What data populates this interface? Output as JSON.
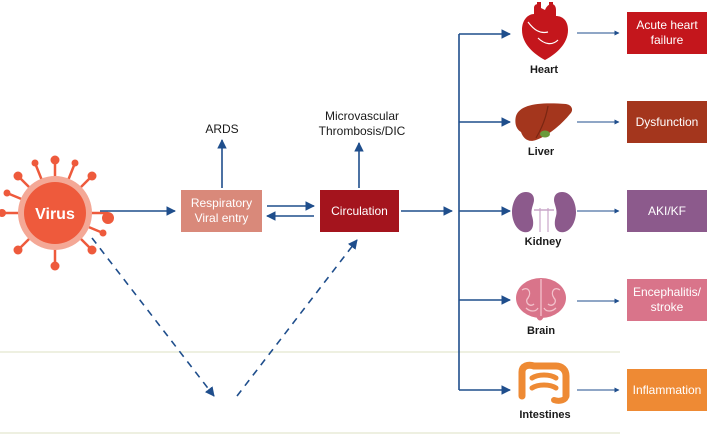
{
  "virus": {
    "label": "Virus",
    "color": "#ee5a3c"
  },
  "respiratory": {
    "line1": "Respiratory",
    "line2": "Viral entry",
    "color": "#d9897a"
  },
  "circulation": {
    "label": "Circulation",
    "color": "#a4141d"
  },
  "ards": "ARDS",
  "microvascular": {
    "line1": "Microvascular",
    "line2": "Thrombosis/DIC"
  },
  "organs": [
    {
      "name": "Heart",
      "outcome": [
        "Acute heart",
        "failure"
      ],
      "color": "#c4161c",
      "icon": "heart-icon"
    },
    {
      "name": "Liver",
      "outcome": [
        "Dysfunction"
      ],
      "color": "#a4361d",
      "icon": "liver-icon"
    },
    {
      "name": "Kidney",
      "outcome": [
        "AKI/KF"
      ],
      "color": "#8c5a8c",
      "icon": "kidney-icon"
    },
    {
      "name": "Brain",
      "outcome": [
        "Encephalitis/",
        "stroke"
      ],
      "color": "#d9748a",
      "icon": "brain-icon"
    },
    {
      "name": "Intestines",
      "outcome": [
        "Inflammation"
      ],
      "color": "#ee8a34",
      "icon": "intestines-icon"
    }
  ],
  "colors": {
    "arrow": "#1f4e8c",
    "separator": "#e3e7cf"
  }
}
